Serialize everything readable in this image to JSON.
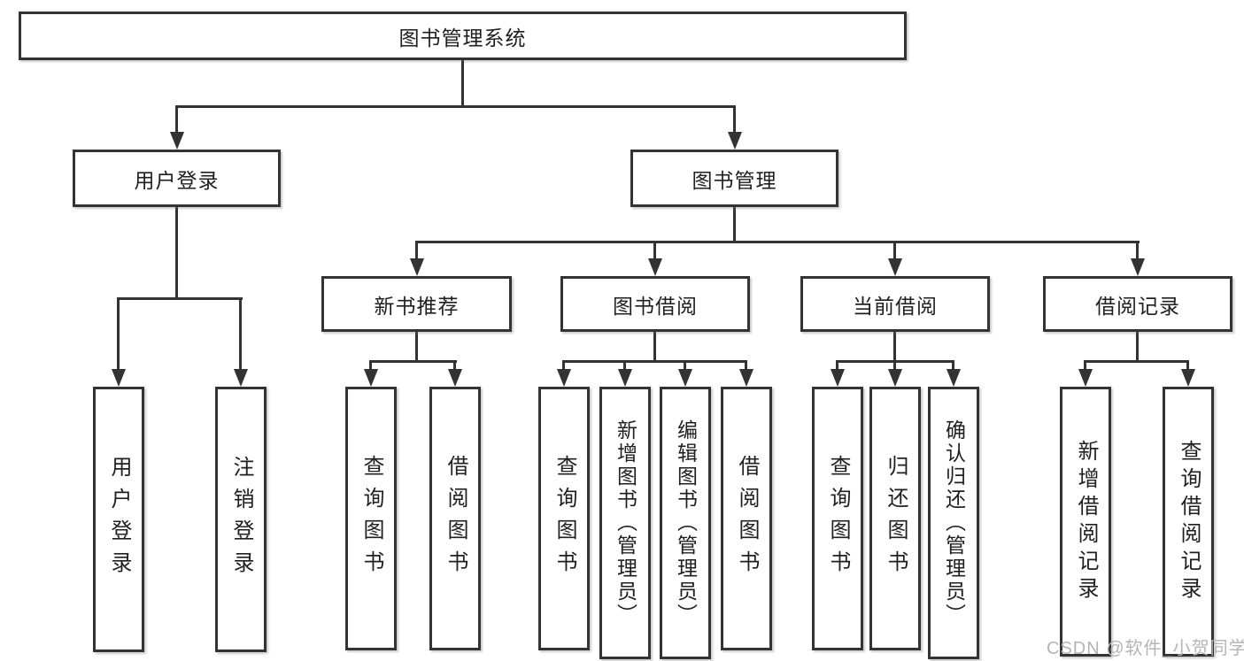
{
  "nodes": {
    "root": "图书管理系统",
    "user_login": "用户登录",
    "book_management": "图书管理",
    "new_book_recommend": "新书推荐",
    "book_borrow": "图书借阅",
    "current_borrow": "当前借阅",
    "borrow_record": "借阅记录",
    "leaf_user_login": "用户登录",
    "leaf_logout_login": "注销登录",
    "leaf_nb_query_book": "查询图书",
    "leaf_nb_borrow_book": "借阅图书",
    "leaf_bb_query_book": "查询图书",
    "leaf_bb_add_book_admin": "新增图书（管理员）",
    "leaf_bb_edit_book_admin": "编辑图书（管理员）",
    "leaf_bb_borrow_book": "借阅图书",
    "leaf_cb_query_book": "查询图书",
    "leaf_cb_return_book": "归还图书",
    "leaf_cb_confirm_return_admin": "确认归还（管理员）",
    "leaf_br_add_record": "新增借阅记录",
    "leaf_br_query_record": "查询借阅记录"
  },
  "watermark": "CSDN @软件_小贺同学",
  "colors": {
    "line": "#333333",
    "text": "#1f1f1f",
    "box_background": "#ffffff",
    "page_background": "#ffffff",
    "watermark": "#b3b3b9"
  }
}
